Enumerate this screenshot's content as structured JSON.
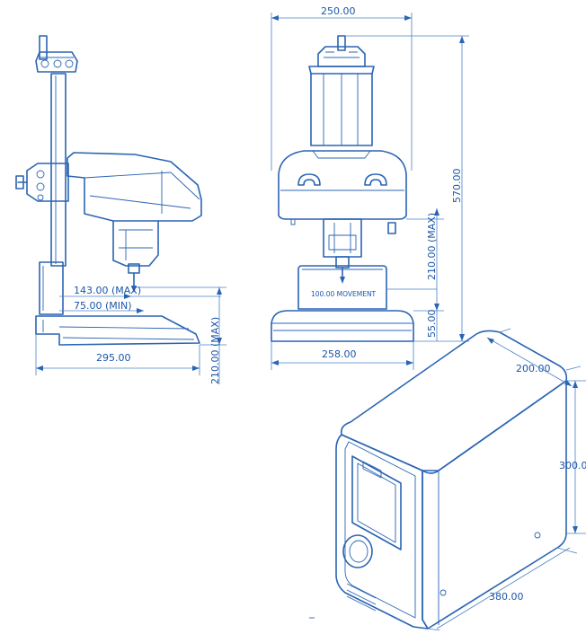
{
  "colors": {
    "line": "#2a64b4",
    "text": "#1c56a8",
    "background": "#ffffff"
  },
  "dimensions": {
    "side_width": "295.00",
    "side_max_height": "210.00 (MAX)",
    "side_head_max": "143.00 (MAX)",
    "side_head_min": "75.00 (MIN)",
    "front_top_width": "250.00",
    "front_total_height": "570.00",
    "front_max_height": "210.00 (MAX)",
    "front_movement": "100.00 MOVEMENT",
    "front_base_height": "55.00",
    "front_base_width": "258.00",
    "controller_depth": "200.00",
    "controller_height": "300.0",
    "controller_width": "380.00"
  }
}
